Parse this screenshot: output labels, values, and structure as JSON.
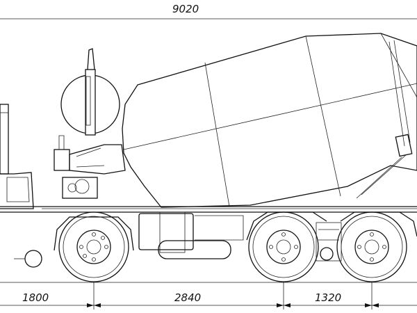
{
  "dimensions": {
    "overall_length": "9020",
    "front_overhang": "1800",
    "wheelbase": "2840",
    "rear_axle_spacing": "1320"
  },
  "colors": {
    "line": "#111111",
    "background": "#ffffff"
  }
}
